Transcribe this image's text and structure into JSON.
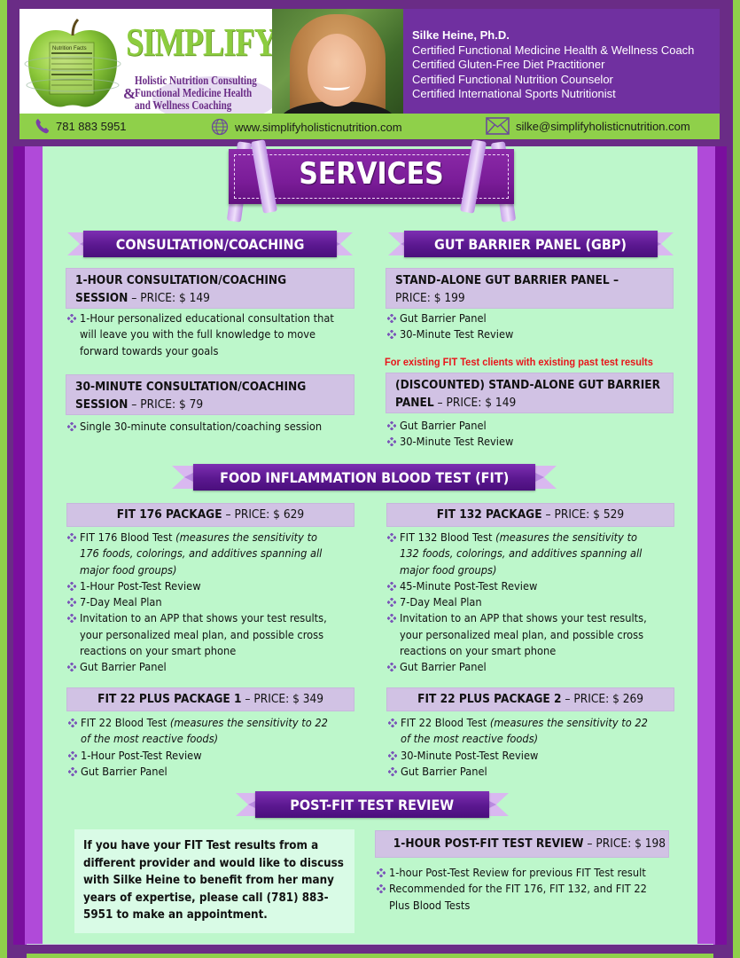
{
  "header": {
    "brand": {
      "name": "SIMPLIFY",
      "tagline_lines": [
        "Holistic Nutrition Consulting",
        "Functional Medicine Health",
        "and Wellness Coaching"
      ],
      "ampersand": "&"
    },
    "bio": {
      "name": "Silke Heine, Ph.D.",
      "credentials": [
        "Certified Functional Medicine Health & Wellness Coach",
        "Certified Gluten-Free Diet Practitioner",
        "Certified Functional Nutrition Counselor",
        "Certified International Sports Nutritionist"
      ]
    },
    "contact": {
      "phone": "781 883 5951",
      "website": "www.simplifyholisticnutrition.com",
      "email": "silke@simplifyholisticnutrition.com"
    }
  },
  "page_title": "SERVICES",
  "sections": {
    "consultation": {
      "title": "CONSULTATION/COACHING",
      "items": [
        {
          "name_line1": "1-HOUR CONSULTATION/COACHING",
          "name_line2": "SESSION",
          "price": "– PRICE: $ 149",
          "bullets": [
            "1-Hour personalized educational consultation that",
            "will leave you with the full knowledge to move",
            "forward towards your goals"
          ]
        },
        {
          "name_line1": "30-MINUTE CONSULTATION/COACHING",
          "name_line2": "SESSION",
          "price": "– PRICE: $ 79",
          "bullets": [
            "Single 30-minute consultation/coaching session"
          ]
        }
      ]
    },
    "gut_barrier": {
      "title": "GUT BARRIER PANEL (GBP)",
      "items": [
        {
          "name_line1": "STAND-ALONE GUT BARRIER PANEL –",
          "price": "PRICE: $ 199",
          "bullets": [
            "Gut Barrier Panel",
            "30-Minute Test Review"
          ]
        },
        {
          "note": "For existing FIT Test clients with existing past test results",
          "name_line1": "(DISCOUNTED) STAND-ALONE GUT BARRIER",
          "name_line2": "PANEL",
          "price": "– PRICE: $ 149",
          "bullets": [
            "Gut Barrier Panel",
            "30-Minute Test Review"
          ]
        }
      ]
    },
    "fit": {
      "title": "FOOD INFLAMMATION BLOOD TEST (FIT)",
      "packages": [
        {
          "name": "FIT 176 PACKAGE",
          "price": "– PRICE: $ 629",
          "bullets": [
            {
              "text": "FIT 176 Blood Test ",
              "italic": "(measures the sensitivity to"
            },
            {
              "italic": "176 foods, colorings, and additives spanning all"
            },
            {
              "italic": "major food groups)"
            },
            {
              "text": "1-Hour Post-Test Review"
            },
            {
              "text": "7-Day Meal Plan"
            },
            {
              "text": "Invitation to an APP that shows your test results,"
            },
            {
              "text": "your personalized meal plan, and possible cross"
            },
            {
              "text": "reactions on your smart phone"
            },
            {
              "text": "Gut Barrier Panel"
            }
          ]
        },
        {
          "name": "FIT 132 PACKAGE",
          "price": "– PRICE: $ 529",
          "bullets": [
            {
              "text": "FIT 132 Blood Test ",
              "italic": "(measures the sensitivity to"
            },
            {
              "italic": "132 foods, colorings, and additives spanning all"
            },
            {
              "italic": "major food groups)"
            },
            {
              "text": "45-Minute Post-Test Review"
            },
            {
              "text": "7-Day Meal Plan"
            },
            {
              "text": "Invitation to an APP that shows your test results,"
            },
            {
              "text": "your personalized meal plan, and possible cross"
            },
            {
              "text": "reactions on your smart phone"
            },
            {
              "text": "Gut Barrier Panel"
            }
          ]
        },
        {
          "name": "FIT 22 PLUS PACKAGE 1",
          "price": "– PRICE: $ 349",
          "bullets": [
            {
              "text": "FIT 22 Blood Test ",
              "italic": "(measures the sensitivity to 22"
            },
            {
              "italic": "of the most reactive foods)"
            },
            {
              "text": "1-Hour Post-Test Review"
            },
            {
              "text": "Gut Barrier Panel"
            }
          ]
        },
        {
          "name": "FIT 22 PLUS PACKAGE 2",
          "price": "– PRICE: $ 269",
          "bullets": [
            {
              "text": "FIT 22 Blood Test ",
              "italic": "(measures the sensitivity to 22"
            },
            {
              "italic": "of the most reactive foods)"
            },
            {
              "text": "30-Minute Post-Test Review"
            },
            {
              "text": "Gut Barrier Panel"
            }
          ]
        }
      ]
    },
    "post_fit": {
      "title": "POST-FIT TEST REVIEW",
      "callout": "If you have your FIT Test results from a different provider and would like to discuss with Silke Heine to benefit from her many years of expertise, please call (781) 883-5951 to make an appointment.",
      "callout_lines": [
        "If you have your FIT Test results from a",
        "different provider and would like to discuss",
        "with Silke Heine to benefit from her many",
        "years of expertise, please call (781) 883-",
        "5951 to make an appointment."
      ],
      "item": {
        "name": "1-HOUR POST-FIT TEST REVIEW",
        "price": "– PRICE: $ 198",
        "bullets": [
          "1-hour Post-Test Review for previous FIT Test result",
          "Recommended for the FIT 176, FIT 132, and FIT 22",
          "Plus Blood Tests"
        ]
      }
    }
  },
  "colors": {
    "frame_purple": "#6a2c86",
    "bio_purple": "#7030a0",
    "accent_green": "#8fd04a",
    "content_mint": "#bdf7cb",
    "price_box_lavender": "#d1c2e4",
    "ribbon_purple": "#5b1890",
    "note_red": "#e8151b"
  }
}
